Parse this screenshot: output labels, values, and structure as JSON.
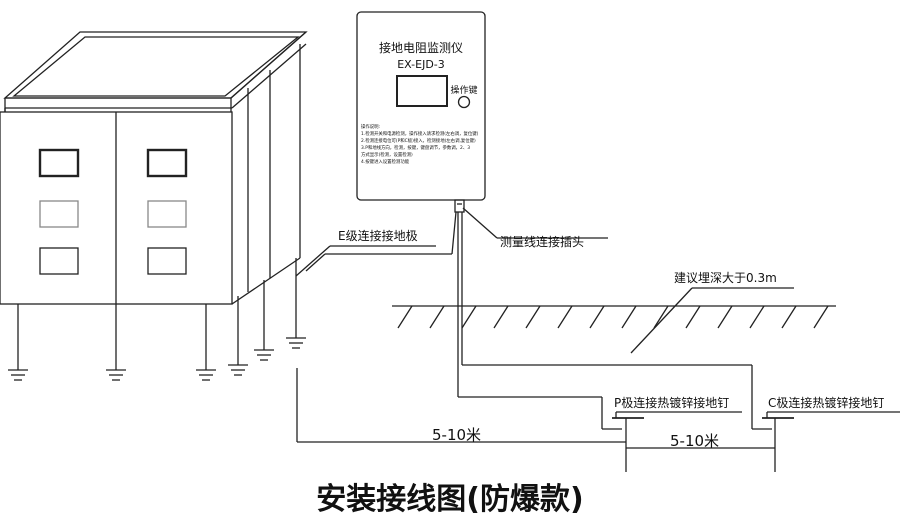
{
  "device": {
    "title": "接地电阻监测仪",
    "model": "EX-EJD-3",
    "button_label": "操作键",
    "notes_title": "操作说明:",
    "notes": [
      "1.检测开关和电源检测，操作接入请求检测(左右调，复位键)",
      "2.检测连接电位可(P和C极)接入，检测接地(左右调,复位键)",
      "3.P和地线方向，检测，按键，键盘调节，参数调，2、3",
      "  方式显示(检测，设置检测)",
      "4.按键进入设置检测功能"
    ]
  },
  "labels": {
    "e_pole": "E级连接接地极",
    "connector": "测量线连接插头",
    "depth": "建议埋深大于0.3m",
    "p_pole": "P极连接热镀锌接地钉",
    "c_pole": "C极连接热镀锌接地钉",
    "dist1": "5-10米",
    "dist2": "5-10米"
  },
  "caption": "安装接线图(防爆款)"
}
